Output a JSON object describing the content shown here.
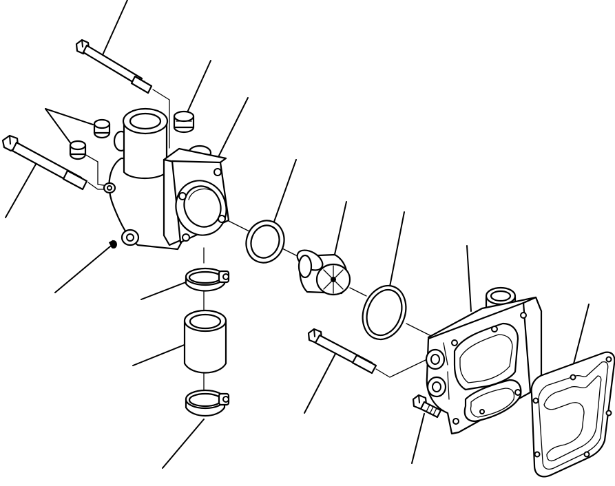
{
  "diagram": {
    "kind": "exploded-parts-view",
    "labels": [],
    "callout_count": 14,
    "parts": [
      "long-bolt-top",
      "long-bolt-left",
      "plug-pair",
      "plug-top",
      "thermostat-housing",
      "drain-plug",
      "o-ring-small",
      "thermostat",
      "o-ring-large",
      "hose-clamp-upper",
      "bypass-hose",
      "hose-clamp-lower",
      "long-bolt-lower",
      "short-bolt",
      "thermostat-cover",
      "gasket"
    ]
  }
}
